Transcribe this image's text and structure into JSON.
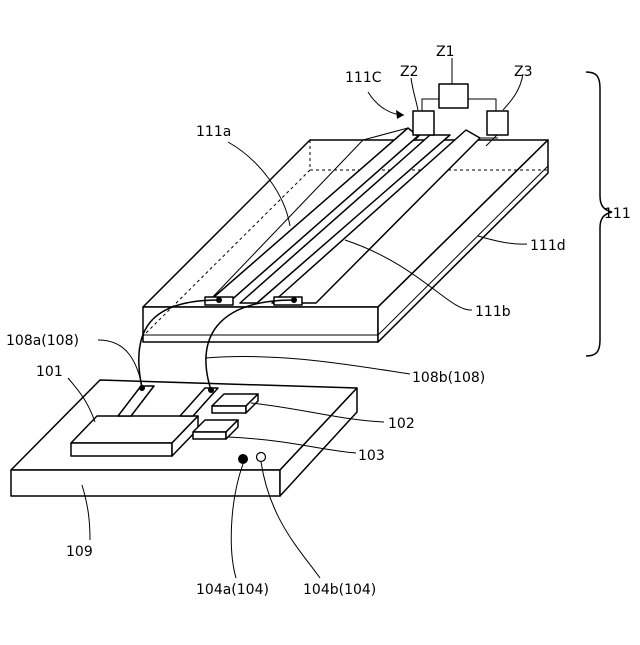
{
  "labels": {
    "z1": "Z1",
    "z2": "Z2",
    "z3": "Z3",
    "label_111c": "111C",
    "label_111a": "111a",
    "label_111b": "111b",
    "label_111d": "111d",
    "label_111": "111",
    "label_108a": "108a(108)",
    "label_108b": "108b(108)",
    "label_101": "101",
    "label_102": "102",
    "label_103": "103",
    "label_109": "109",
    "label_104a": "104a(104)",
    "label_104b": "104b(104)"
  }
}
